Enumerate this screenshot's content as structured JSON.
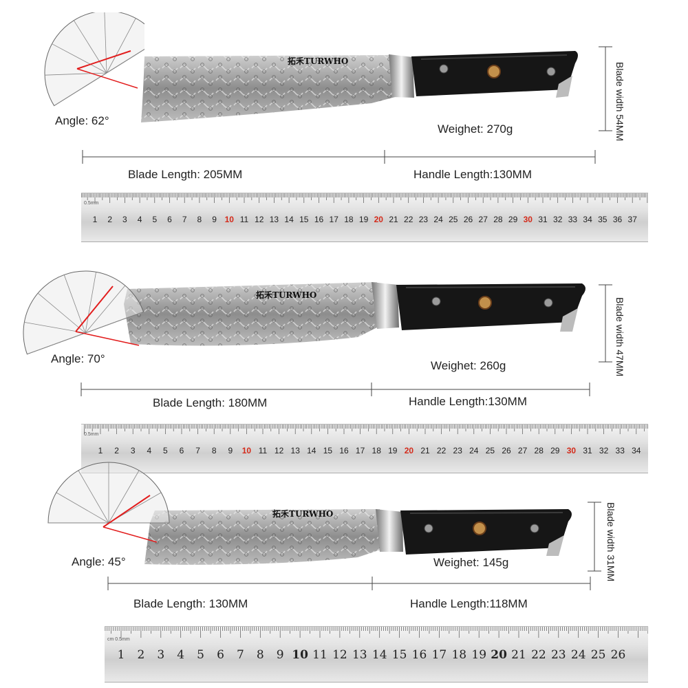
{
  "knives": [
    {
      "brand": "TURWHO",
      "brand_prefix": "拓禾",
      "angle": "Angle: 62°",
      "weight": "Weighet: 270g",
      "blade_length": "Blade Length: 205MM",
      "handle_length": "Handle Length:130MM",
      "blade_width": "Blade width 54MM",
      "protractor_reading": 62
    },
    {
      "brand": "TURWHO",
      "brand_prefix": "拓禾",
      "angle": "Angle: 70°",
      "weight": "Weighet: 260g",
      "blade_length": "Blade Length: 180MM",
      "handle_length": "Handle Length:130MM",
      "blade_width": "Blade width 47MM",
      "protractor_reading": 70
    },
    {
      "brand": "TURWHO",
      "brand_prefix": "拓禾",
      "angle": "Angle: 45°",
      "weight": "Weighet: 145g",
      "blade_length": "Blade Length: 130MM",
      "handle_length": "Handle Length:118MM",
      "blade_width": "Blade width 31MM",
      "protractor_reading": 45
    }
  ],
  "rulers": [
    {
      "unit": "0.5mm",
      "numbers": [
        "1",
        "2",
        "3",
        "4",
        "5",
        "6",
        "7",
        "8",
        "9",
        "10",
        "11",
        "12",
        "13",
        "14",
        "15",
        "16",
        "17",
        "18",
        "19",
        "20",
        "21",
        "22",
        "23",
        "24",
        "25",
        "26",
        "27",
        "28",
        "29",
        "30",
        "31",
        "32",
        "33",
        "34",
        "35",
        "36",
        "37"
      ],
      "highlight": [
        "10",
        "20",
        "30"
      ]
    },
    {
      "unit": "0.5mm",
      "numbers": [
        "1",
        "2",
        "3",
        "4",
        "5",
        "6",
        "7",
        "8",
        "9",
        "10",
        "11",
        "12",
        "13",
        "14",
        "15",
        "16",
        "17",
        "18",
        "19",
        "20",
        "21",
        "22",
        "23",
        "24",
        "25",
        "26",
        "27",
        "28",
        "29",
        "30",
        "31",
        "32",
        "33",
        "34"
      ],
      "highlight": [
        "10",
        "20",
        "30"
      ]
    },
    {
      "unit": "cm 0.5mm",
      "numbers": [
        "1",
        "2",
        "3",
        "4",
        "5",
        "6",
        "7",
        "8",
        "9",
        "10",
        "11",
        "12",
        "13",
        "14",
        "15",
        "16",
        "17",
        "18",
        "19",
        "20",
        "21",
        "22",
        "23",
        "24",
        "25",
        "26"
      ],
      "highlight": []
    }
  ],
  "colors": {
    "highlight_number": "#d42a1a",
    "angle_line": "#e21d1d",
    "handle": "#161616",
    "blade": "#9a9a9a"
  }
}
